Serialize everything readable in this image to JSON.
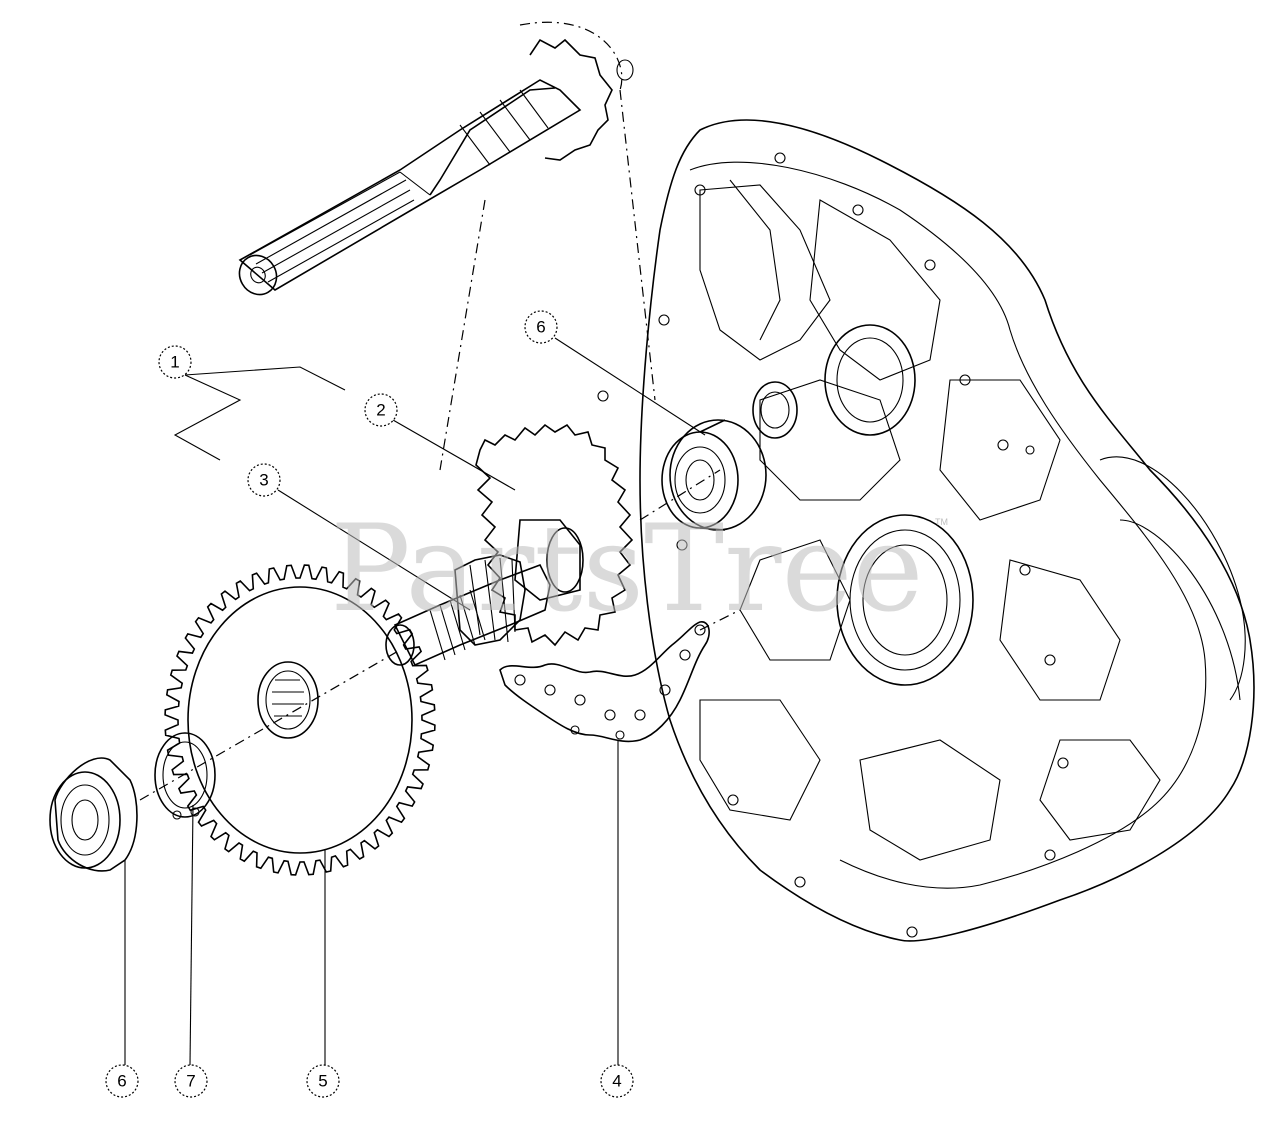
{
  "watermark": {
    "text": "PartsTree",
    "trademark": "TM"
  },
  "callouts": [
    "1",
    "2",
    "3",
    "6",
    "6",
    "7",
    "5",
    "4"
  ]
}
